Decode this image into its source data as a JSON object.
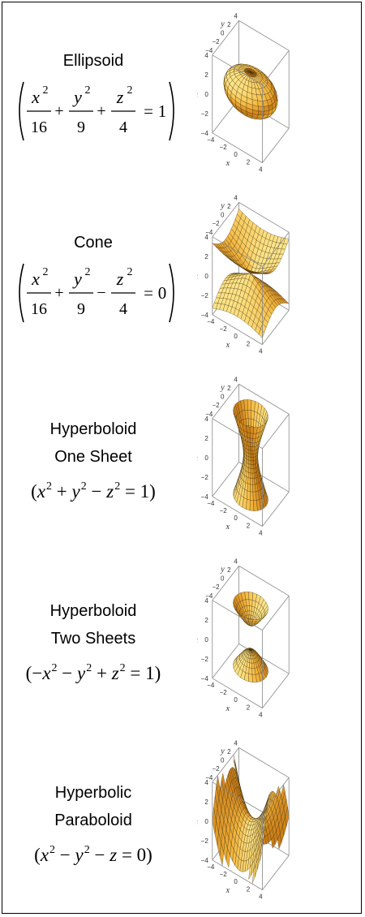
{
  "surfaces": [
    {
      "id": "ellipsoid",
      "name_lines": [
        "Ellipsoid"
      ],
      "formula_type": "fraction",
      "terms": [
        {
          "sign": "",
          "var": "x",
          "den": "16"
        },
        {
          "sign": "+",
          "var": "y",
          "den": "9"
        },
        {
          "sign": "+",
          "var": "z",
          "den": "4"
        }
      ],
      "rhs": "1"
    },
    {
      "id": "cone",
      "name_lines": [
        "Cone"
      ],
      "formula_type": "fraction",
      "terms": [
        {
          "sign": "",
          "var": "x",
          "den": "16"
        },
        {
          "sign": "+",
          "var": "y",
          "den": "9"
        },
        {
          "sign": "−",
          "var": "z",
          "den": "4"
        }
      ],
      "rhs": "0"
    },
    {
      "id": "hyperboloid-one",
      "name_lines": [
        "Hyperboloid",
        "One Sheet"
      ],
      "formula_type": "inline",
      "formula_parts": [
        "(",
        "x",
        "2",
        " + ",
        "y",
        "2",
        " − ",
        "z",
        "2",
        " = 1)"
      ]
    },
    {
      "id": "hyperboloid-two",
      "name_lines": [
        "Hyperboloid",
        "Two Sheets"
      ],
      "formula_type": "inline",
      "formula_parts": [
        "(−",
        "x",
        "2",
        " − ",
        "y",
        "2",
        " + ",
        "z",
        "2",
        " = 1)"
      ]
    },
    {
      "id": "hyperbolic-paraboloid",
      "name_lines": [
        "Hyperbolic",
        "Paraboloid"
      ],
      "formula_type": "inline",
      "formula_parts": [
        "(",
        "x",
        "2",
        " − ",
        "y",
        "2",
        " − ",
        "z",
        " = 0)"
      ]
    }
  ],
  "axes": {
    "x_label": "x",
    "y_label": "y",
    "z_label": "z",
    "ticks": [
      "−4",
      "−2",
      "0",
      "2",
      "4"
    ],
    "z_ticks": [
      "4",
      "2",
      "0",
      "−2",
      "−4"
    ]
  },
  "colors": {
    "surface_light": "#fde68a",
    "surface_mid": "#f4b63c",
    "surface_dark": "#c97a14",
    "mesh": "#3a2a10",
    "box": "#888888"
  }
}
